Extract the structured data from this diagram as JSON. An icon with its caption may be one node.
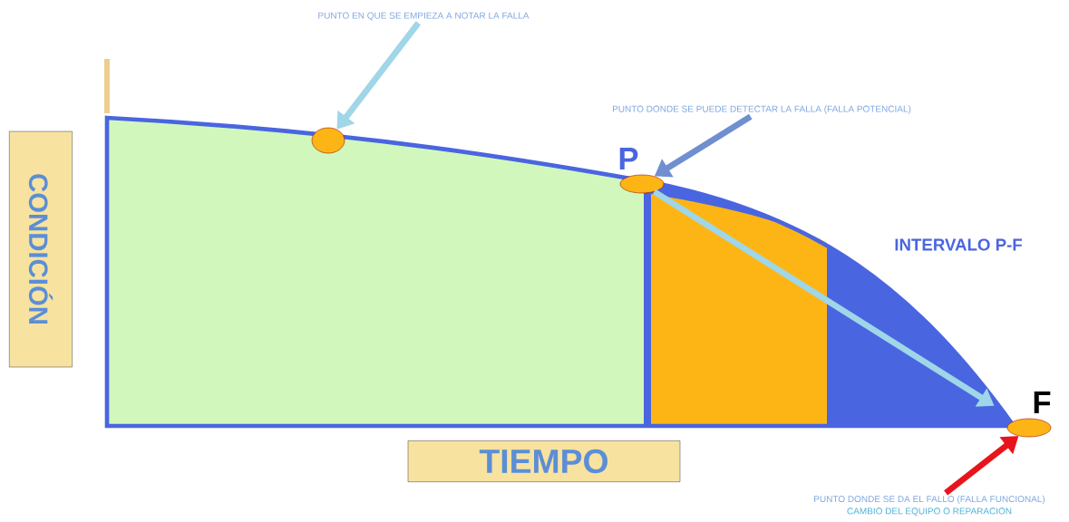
{
  "diagram": {
    "nodes": [
      {
        "text": [
          "PUNTO EN QUE SE EMPIEZA A NOTAR LA FALLA"
        ]
      },
      {
        "text": [],
        "shape": "circle"
      },
      {
        "text": [
          "PUNTO DONDE SE PUEDE DETECTAR LA FALLA (FALLA POTENCIAL)"
        ]
      },
      {
        "text": [],
        "shape": "circle",
        "beside": [
          "P"
        ]
      },
      {
        "text": [],
        "shape": "circle",
        "beside": [
          "F"
        ]
      },
      {
        "text": [
          "PUNTO DONDE SE DA EL FALLO (FALLA FUNCIONAL)",
          "CAMBIO DEL EQUIPO O REPARACION"
        ]
      },
      {
        "text": [
          "CONDICIÓN"
        ]
      },
      {
        "text": [
          "TIEMPO"
        ]
      }
    ],
    "edges": [
      {
        "from": 0,
        "to": 1,
        "arrow": "to",
        "color": "#9fd6e8"
      },
      {
        "from": 2,
        "to": 3,
        "arrow": "to",
        "color": "#6f8fd0"
      },
      {
        "from": 5,
        "to": 4,
        "arrow": "to",
        "color": "#e8141c"
      },
      {
        "from": 3,
        "to": 4,
        "arrow": "to",
        "color": "#9fd6e8"
      }
    ],
    "labels": [
      "INTERVALO P-F"
    ]
  }
}
